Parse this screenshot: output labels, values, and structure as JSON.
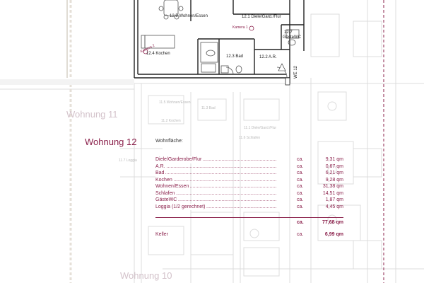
{
  "plan": {
    "rooms": [
      {
        "id": "wohnen",
        "label": "12.5 Wohnen/Essen"
      },
      {
        "id": "diele",
        "label": "12.1 Diele/Gard./Flur"
      },
      {
        "id": "gaestewc_num",
        "label": "12.7"
      },
      {
        "id": "gaestewc_name",
        "label": "GästeWC"
      },
      {
        "id": "kochen",
        "label": "12.4 Kochen"
      },
      {
        "id": "bad",
        "label": "12.3 Bad"
      },
      {
        "id": "ar",
        "label": "12.2 A.R."
      }
    ],
    "annotations": {
      "kamera": "Kamera 1",
      "kamera2": "Kamera 2",
      "we_label": "WE 12"
    },
    "faint_labels": {
      "apt11": "Wohnung 11",
      "apt10": "Wohnung 10",
      "r1": "11.5 Wohnen/Essen",
      "r2": "11.1 Diele/Gard./Flur",
      "r3": "11.2 Kochen",
      "r4": "11.3 Bad",
      "r5": "11.7 Loggia",
      "r6": "11.6 Schlafen"
    }
  },
  "apartment": {
    "title": "Wohnung 12",
    "area_heading": "Wohnfläche:",
    "unit_prefix": "ca.",
    "dots": "........................................................................................",
    "rows": [
      {
        "label": "Diele/Garderobe/Flur",
        "value": "9,31 qm"
      },
      {
        "label": "A.R.",
        "value": "0,67 qm"
      },
      {
        "label": "Bad",
        "value": "6,21 qm"
      },
      {
        "label": "Kochen",
        "value": "9,28 qm"
      },
      {
        "label": "Wohnen/Essen",
        "value": "31,38 qm"
      },
      {
        "label": "Schlafen",
        "value": "14,51 qm"
      },
      {
        "label": "GästeWC",
        "value": "1,87 qm"
      },
      {
        "label": "Loggia (1/2 gerechnet)",
        "value": "4,45 qm"
      }
    ],
    "total": {
      "prefix": "ca.",
      "value": "77,68 qm"
    },
    "keller": {
      "label": "Keller",
      "prefix": "ca.",
      "value": "6,99 qm"
    }
  },
  "colors": {
    "accent": "#8a1f4a",
    "faint_line": "#d8d8d8",
    "wall": "#222222"
  }
}
